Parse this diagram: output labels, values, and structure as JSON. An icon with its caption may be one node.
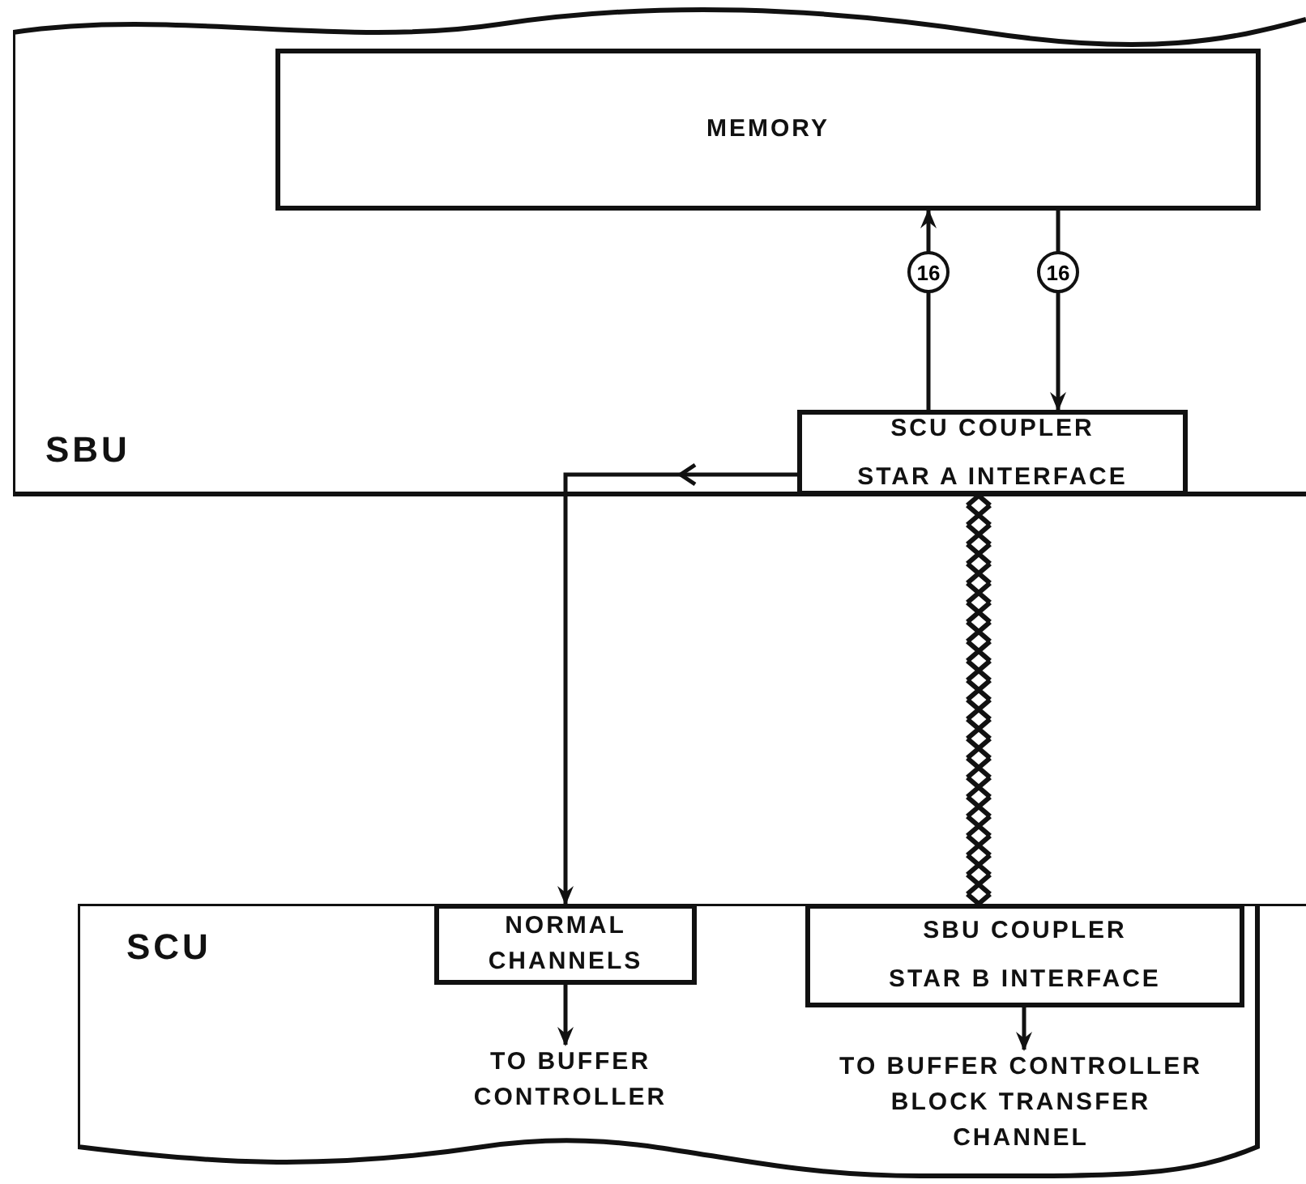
{
  "diagram": {
    "nodes": [
      {
        "text": [
          "SBU"
        ]
      },
      {
        "text": [
          "MEMORY"
        ],
        "in": 0
      },
      {
        "text": [
          "SCU COUPLER",
          "STAR A INTERFACE"
        ],
        "in": 0
      },
      {
        "text": [
          "SCU"
        ]
      },
      {
        "text": [
          "NORMAL CHANNELS"
        ],
        "in": 3
      },
      {
        "text": [
          "SBU COUPLER",
          "STAR B INTERFACE"
        ],
        "in": 3
      },
      {
        "text": [
          "TO BUFFER CONTROLLER"
        ],
        "in": 3
      },
      {
        "text": [
          "TO BUFFER CONTROLLER BLOCK TRANSFER CHANNEL"
        ],
        "in": 3
      }
    ],
    "edges": [
      {
        "from": 2,
        "to": 1,
        "arrow": "to",
        "label": "16"
      },
      {
        "from": 1,
        "to": 2,
        "arrow": "to",
        "label": "16"
      },
      {
        "from": 2,
        "to": 4,
        "arrow": "to"
      },
      {
        "from": 2,
        "to": 5,
        "arrow": "none",
        "style": "thick"
      },
      {
        "from": 4,
        "to": 6,
        "arrow": "to"
      },
      {
        "from": 5,
        "to": 7,
        "arrow": "to"
      }
    ]
  }
}
